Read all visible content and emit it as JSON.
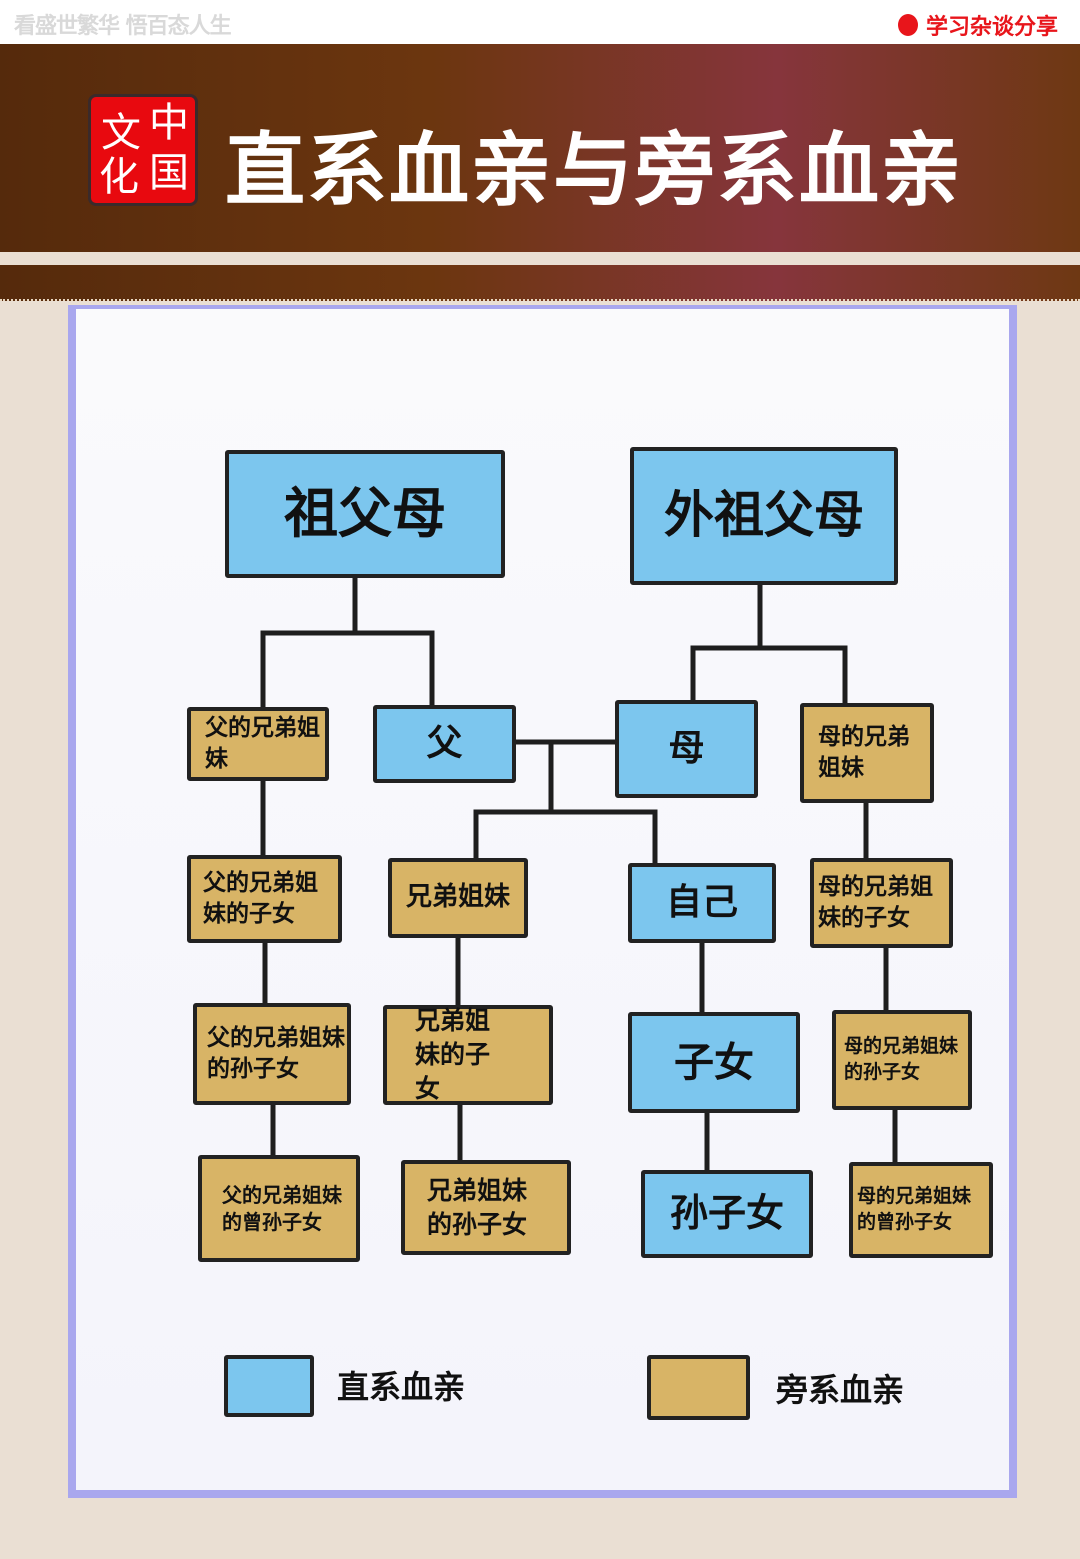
{
  "header": {
    "slogan": "看盛世繁华 悟百态人生",
    "brand": "学习杂谈分享",
    "seal_chars": [
      "中",
      "国",
      "文",
      "化"
    ],
    "title": "直系血亲与旁系血亲"
  },
  "colors": {
    "lineal": "#7cc6ee",
    "collateral": "#d8b466",
    "accent": "#e8151b"
  },
  "diagram": {
    "nodes": {
      "grandparents": "祖父母",
      "maternal_grandparents": "外祖父母",
      "father_siblings": "父的兄弟姐妹",
      "father": "父",
      "mother": "母",
      "mother_siblings": "母的兄弟姐妹",
      "father_siblings_children": "父的兄弟姐妹的子女",
      "siblings": "兄弟姐妹",
      "self": "自己",
      "mother_siblings_children": "母的兄弟姐妹的子女",
      "father_siblings_grandchildren": "父的兄弟姐妹的孙子女",
      "siblings_children": "兄弟姐妹的子女",
      "children": "子女",
      "mother_siblings_grandchildren": "母的兄弟姐妹的孙子女",
      "father_siblings_great_grandchildren": "父的兄弟姐妹的曾孙子女",
      "siblings_grandchildren": "兄弟姐妹的孙子女",
      "grandchildren": "孙子女",
      "mother_siblings_great_grandchildren": "母的兄弟姐妹的曾孙子女"
    },
    "legend": {
      "lineal": "直系血亲",
      "collateral": "旁系血亲"
    }
  }
}
